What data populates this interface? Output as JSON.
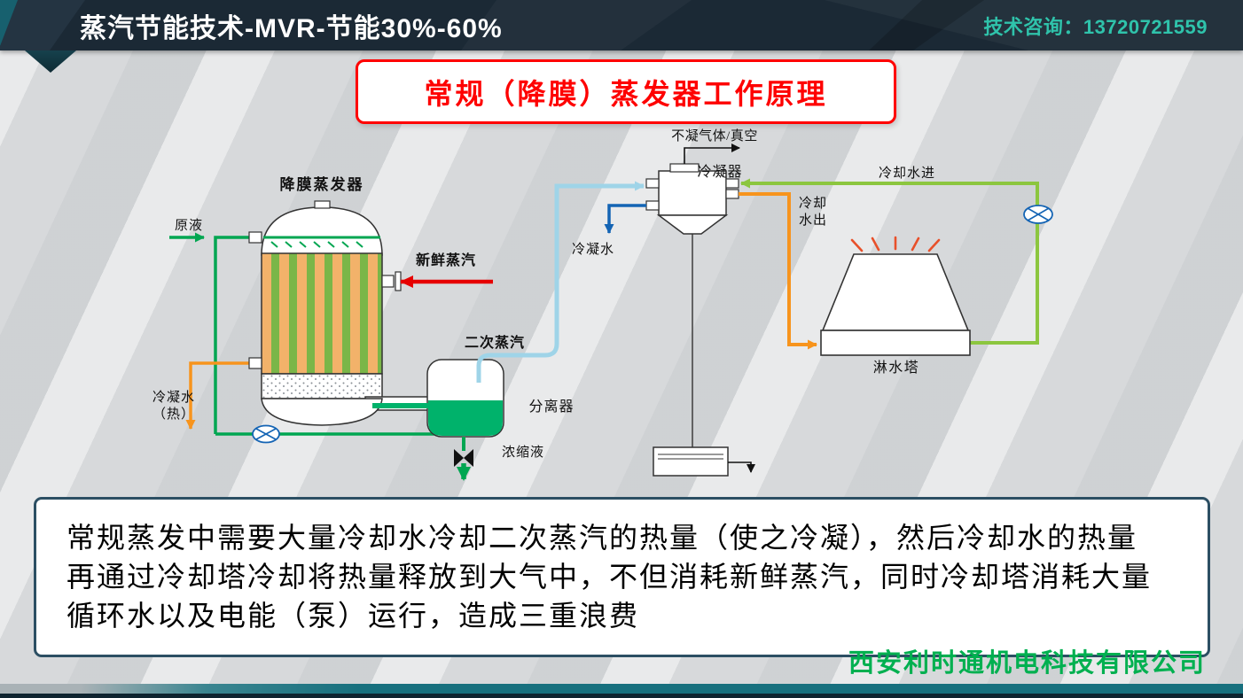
{
  "header": {
    "title": "蒸汽节能技术-MVR-节能30%-60%",
    "contact": "技术咨询：13720721559"
  },
  "slide": {
    "title": "常规（降膜）蒸发器工作原理"
  },
  "diagram": {
    "labels": {
      "evaporator": "降膜蒸发器",
      "raw_liquid": "原液",
      "fresh_steam": "新鲜蒸汽",
      "condensate_hot_line1": "冷凝水",
      "condensate_hot_line2": "（热）",
      "secondary_steam": "二次蒸汽",
      "separator": "分离器",
      "concentrate": "浓缩液",
      "condenser": "冷凝器",
      "noncondensable_gas": "不凝气体/真空",
      "condensate_water": "冷凝水",
      "cooling_water_in": "冷却水进",
      "cooling_water_out_line1": "冷却",
      "cooling_water_out_line2": "水出",
      "spray_tower": "淋水塔"
    },
    "colors": {
      "fresh_steam_red": "#e60000",
      "feed_green": "#00a651",
      "cooling_green": "#8cc63f",
      "hot_orange": "#f7941d",
      "secondary_steam_blue": "#9fd4e8",
      "condensate_blue": "#1464b4",
      "tube_orange": "#f2b26a",
      "tube_green": "#7ab648",
      "liquid_green": "#00b26b"
    }
  },
  "description": {
    "line1": "常规蒸发中需要大量冷却水冷却二次蒸汽的热量（使之冷凝），然后冷却水的热量",
    "line2": "再通过冷却塔冷却将热量释放到大气中，不但消耗新鲜蒸汽，同时冷却塔消耗大量",
    "line3": "循环水以及电能（泵）运行，造成三重浪费"
  },
  "footer": {
    "company": "西安利时通机电科技有限公司"
  }
}
